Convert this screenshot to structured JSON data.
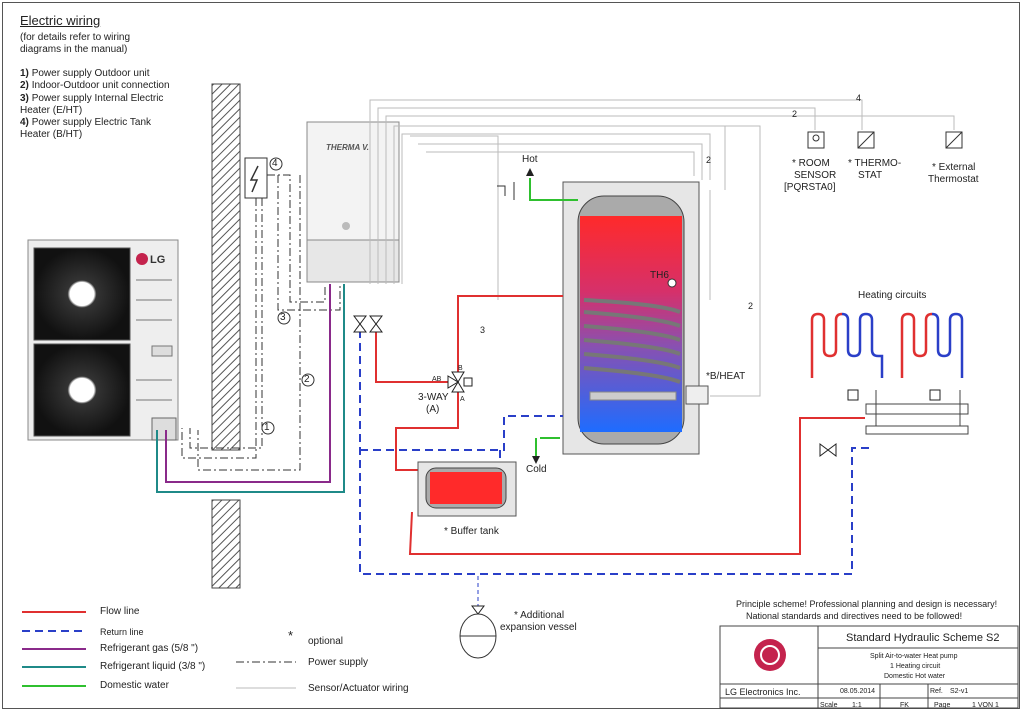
{
  "header": {
    "title": "Electric wiring",
    "subtitle_line1": "(for details refer to wiring",
    "subtitle_line2": "diagrams in the manual)",
    "items": [
      {
        "num": "1)",
        "text": "Power supply Outdoor unit"
      },
      {
        "num": "2)",
        "text": "Indoor-Outdoor unit connection"
      },
      {
        "num": "3)",
        "text": "Power supply Internal Electric"
      },
      {
        "num": "",
        "text": "Heater (E/HT)"
      },
      {
        "num": "4)",
        "text": "Power supply Electric Tank"
      },
      {
        "num": "",
        "text": "Heater (B/HT)"
      }
    ]
  },
  "labels": {
    "hot": "Hot",
    "cold": "Cold",
    "the": "TH6",
    "b_heat": "*B/HEAT",
    "three_way": "3-WAY",
    "three_way_a": "(A)",
    "ab": "AB",
    "b": "B",
    "a": "A",
    "buffer_tank": "* Buffer tank",
    "heating_circuits": "Heating circuits",
    "room_sensor_1": "* ROOM",
    "room_sensor_2": "SENSOR",
    "room_sensor_3": "[PQRSTA0]",
    "thermostat_1": "* THERMO-",
    "thermostat_2": "STAT",
    "ext_thermostat_1": "* External",
    "ext_thermostat_2": "Thermostat",
    "expansion_1": "* Additional",
    "expansion_2": "expansion vessel",
    "wire_2a": "2",
    "wire_4": "4",
    "wire_2b": "2",
    "wire_3": "3",
    "wire_2c": "2",
    "circle_1": "1",
    "circle_2": "2",
    "circle_3": "3",
    "circle_4": "4",
    "brand_indoor": "THERMA V.",
    "brand_outdoor": "LG"
  },
  "legend": [
    {
      "label": "Flow line",
      "color": "#e03030",
      "style": "solid"
    },
    {
      "label": "Return line",
      "color": "#2a3fc8",
      "style": "dashed"
    },
    {
      "label": "Refrigerant gas (5/8 \")",
      "color": "#8a2a8a",
      "style": "solid"
    },
    {
      "label": "Refrigerant  liquid (3/8 \")",
      "color": "#1f8a88",
      "style": "solid"
    },
    {
      "label": "Domestic water",
      "color": "#2fc02f",
      "style": "solid"
    }
  ],
  "legend2": {
    "optional_mark": "*",
    "optional": "optional",
    "power_supply": "Power supply",
    "sensor_wiring": "Sensor/Actuator wiring"
  },
  "notice": {
    "line1": "Principle scheme! Professional planning and design is necessary!",
    "line2": "National standards and directives need to be followed!"
  },
  "title_block": {
    "scheme": "Standard Hydraulic Scheme S2",
    "desc1": "Split Air-to-water Heat pump",
    "desc2": "1 Heating circuit",
    "desc3": "Domestic Hot water",
    "company": "LG Electronics Inc.",
    "date": "08.05.2014",
    "ref_label": "Ref.",
    "ref": "S2-v1",
    "scale_label": "Scale",
    "scale": "1:1",
    "author": "FK",
    "page_label": "Page",
    "page": "1 VON 1"
  },
  "colors": {
    "flow": "#e03030",
    "return": "#2a3fc8",
    "gas": "#8a2a8a",
    "liquid": "#1f8a88",
    "domestic": "#2fc02f",
    "lg_red": "#c4234d"
  }
}
